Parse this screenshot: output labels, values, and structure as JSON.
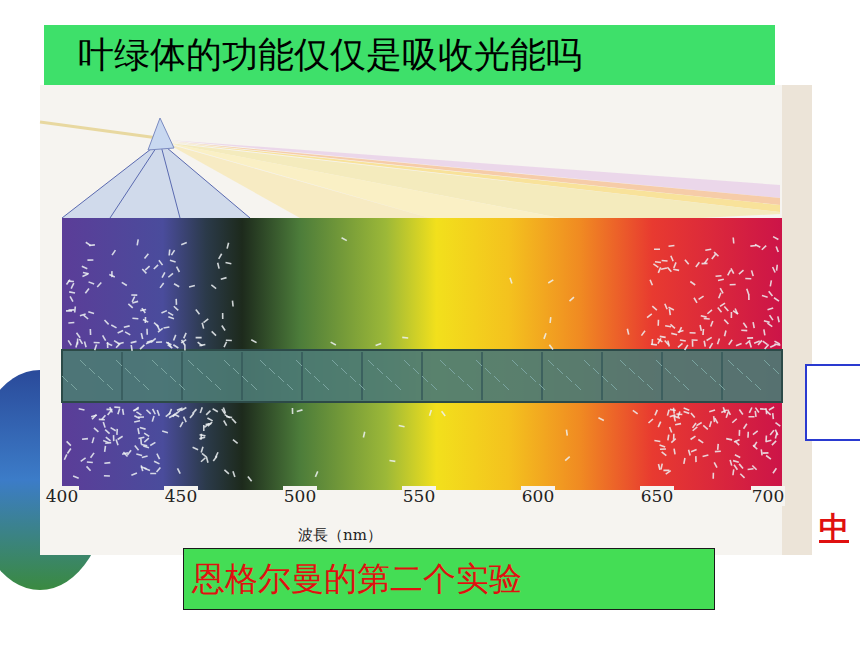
{
  "diagram": {
    "title": "叶绿体的功能仅仅是吸收光能吗",
    "caption": "恩格尔曼的第二个实验",
    "labels": [
      "400",
      "450",
      "500",
      "550",
      "600",
      "650",
      "700",
      "波長（nm）",
      "中"
    ]
  }
}
